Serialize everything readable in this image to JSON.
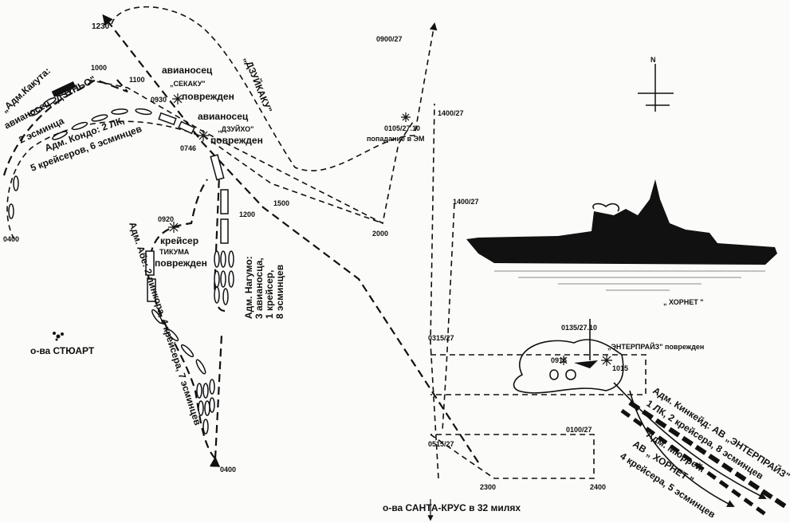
{
  "title": "Battle map: Santa Cruz Islands",
  "times": {
    "t1230": "1230",
    "t1000": "1000",
    "t1100": "1100",
    "t0930": "0930",
    "t0746": "0746",
    "t0400a": "0400",
    "t0920": "0920",
    "t1200": "1200",
    "t1500": "1500",
    "t2000": "2000",
    "t0400b": "0400",
    "t0900_27": "0900/27",
    "t0105": "0105/27.10",
    "t1400a": "1400/27",
    "t1400b": "1400/27",
    "t0315": "0315/27",
    "t0135": "0135/27.10",
    "t0915": "0915",
    "t1015": "1015",
    "t0100": "0100/27",
    "t0515": "0515/27",
    "t2300": "2300",
    "t2400": "2400"
  },
  "labels": {
    "carrier1": "авианосец",
    "shokaku": "„СЕКАКУ\"",
    "damaged1": "поврежден",
    "carrier2": "авианосец",
    "zuiho": "„ДЗУЙХО\"",
    "damaged2": "поврежден",
    "zuikaku": "„ДЗУЙКАКУ\"",
    "kakuta1": "„Адм.Какута:",
    "kakuta2": "авианосец „ДЗУНЬО\"",
    "kakuta3": "2 эсминца",
    "kondo1": "Адм. Кондо: 2 ЛК,",
    "kondo2": "5 крейсеров, 6 эсминцев",
    "chikuma1": "крейсер",
    "chikuma2": "ТИКУМА",
    "chikuma3": "поврежден",
    "abe": "Адм. Абе: 2 линкора, 4 крейсера, 7 эсминцев",
    "nagumo1": "Адм. Нагумо:",
    "nagumo2": "3 авианосца,",
    "nagumo3": "1 крейсер,",
    "nagumo4": "8 эсминцев",
    "stewart": "о-ва СТЮАРТ",
    "hit": "попадание в ЭМ",
    "enterprise_dmg": "„ЭНТЕРПРАЙЗ\" повреждeн",
    "hornet": "„ ХОРНЕТ \"",
    "north": "N",
    "kinkaid1": "Адм. Кинкейд: АВ „ЭНТЕРПРАЙЗ\"",
    "kinkaid2": "1 ЛК, 2 крейсера, 8 эсминцев",
    "murray1": "Адм. Мюррей:",
    "murray2": "АВ „ ХОРНЕТ \"",
    "murray3": "4 крейсера, 5 эсминцев",
    "santacruz": "о-ва САНТА-КРУС в 32 милях"
  }
}
